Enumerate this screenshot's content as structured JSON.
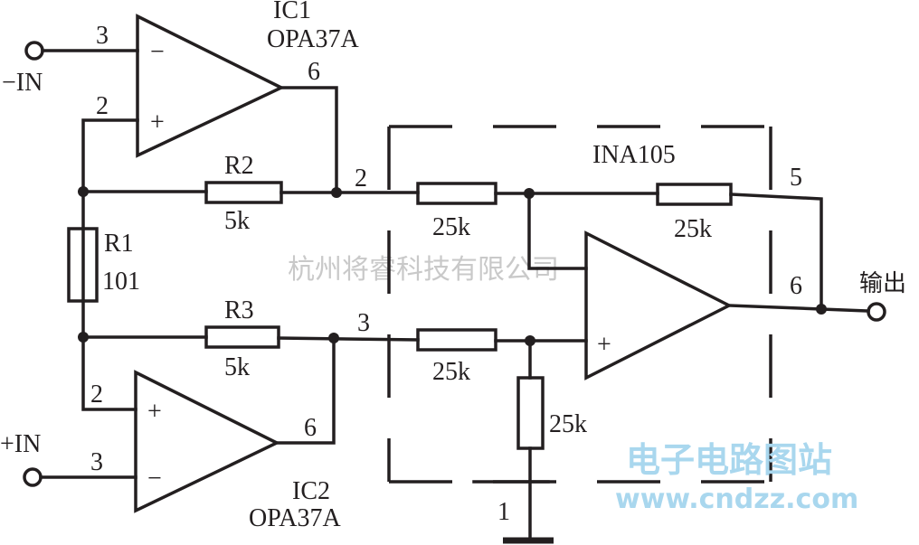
{
  "ic1": {
    "name": "IC1",
    "part": "OPA37A",
    "pin_inv": "3",
    "pin_noninv": "2",
    "pin_out": "6"
  },
  "ic2": {
    "name": "IC2",
    "part": "OPA37A",
    "pin_inv": "3",
    "pin_noninv": "2",
    "pin_out": "6"
  },
  "ina": {
    "name": "INA105",
    "pin_in_neg": "2",
    "pin_in_pos": "3",
    "pin_sense": "5",
    "pin_out": "6",
    "pin_ref": "1"
  },
  "resistors": {
    "r1": {
      "name": "R1",
      "value": "101"
    },
    "r2": {
      "name": "R2",
      "value": "5k"
    },
    "r3": {
      "name": "R3",
      "value": "5k"
    },
    "ina_in_neg": "25k",
    "ina_feedback": "25k",
    "ina_in_pos": "25k",
    "ina_ref": "25k"
  },
  "terminals": {
    "neg_in": "−IN",
    "pos_in": "+IN",
    "output": "输出"
  },
  "symbols": {
    "minus": "−",
    "plus": "+"
  },
  "watermarks": {
    "company": "杭州将睿科技有限公司",
    "site_cn": "电子电路图站",
    "site_url": "www.cndzz.com"
  }
}
